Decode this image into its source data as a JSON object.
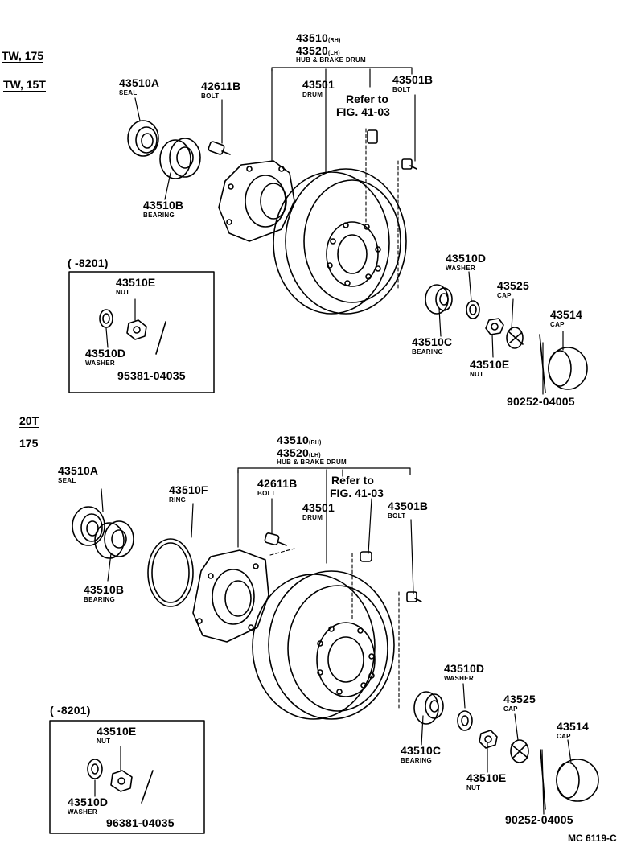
{
  "section_top": {
    "models": [
      "TW, 175",
      "TW, 15T"
    ],
    "hub_part_1": "43510",
    "hub_part_1_suffix": "(RH)",
    "hub_part_2": "43520",
    "hub_part_2_suffix": "(LH)",
    "hub_label": "HUB & BRAKE DRUM",
    "seal_part": "43510A",
    "seal_label": "SEAL",
    "bearing_b_part": "43510B",
    "bearing_b_label": "BEARING",
    "bolt_part": "42611B",
    "bolt_label": "BOLT",
    "drum_part": "43501",
    "drum_label": "DRUM",
    "refer_1": "Refer to",
    "refer_2": "FIG. 41-03",
    "bolt_b_part": "43501B",
    "bolt_b_label": "BOLT",
    "washer_part": "43510D",
    "washer_label": "WASHER",
    "cap_inner_part": "43525",
    "cap_inner_label": "CAP",
    "cap_part": "43514",
    "cap_label": "CAP",
    "bearing_c_part": "43510C",
    "bearing_c_label": "BEARING",
    "nut_part": "43510E",
    "nut_label": "NUT",
    "pin_part": "90252-04005",
    "inset": {
      "range": "(     -8201)",
      "nut_part": "43510E",
      "nut_label": "NUT",
      "washer_part": "43510D",
      "washer_label": "WASHER",
      "pin_part": "95381-04035"
    }
  },
  "section_bottom": {
    "models": [
      "20T",
      "175"
    ],
    "hub_part_1": "43510",
    "hub_part_1_suffix": "(RH)",
    "hub_part_2": "43520",
    "hub_part_2_suffix": "(LH)",
    "hub_label": "HUB & BRAKE DRUM",
    "seal_part": "43510A",
    "seal_label": "SEAL",
    "ring_part": "43510F",
    "ring_label": "RING",
    "bolt_part": "42611B",
    "bolt_label": "BOLT",
    "refer_1": "Refer to",
    "refer_2": "FIG. 41-03",
    "drum_part": "43501",
    "drum_label": "DRUM",
    "bolt_b_part": "43501B",
    "bolt_b_label": "BOLT",
    "bearing_b_part": "43510B",
    "bearing_b_label": "BEARING",
    "washer_part": "43510D",
    "washer_label": "WASHER",
    "cap_inner_part": "43525",
    "cap_inner_label": "CAP",
    "cap_part": "43514",
    "cap_label": "CAP",
    "bearing_c_part": "43510C",
    "bearing_c_label": "BEARING",
    "nut_part": "43510E",
    "nut_label": "NUT",
    "pin_part": "90252-04005",
    "inset": {
      "range": "(     -8201)",
      "nut_part": "43510E",
      "nut_label": "NUT",
      "washer_part": "43510D",
      "washer_label": "WASHER",
      "pin_part": "96381-04035"
    }
  },
  "footer": {
    "code": "MC 6119-C"
  }
}
